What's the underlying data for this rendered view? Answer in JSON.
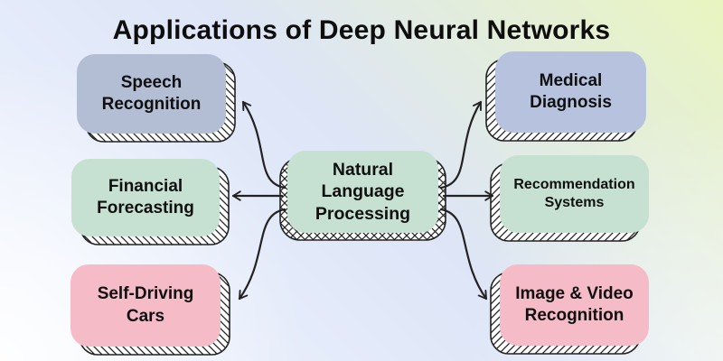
{
  "title": "Applications of Deep Neural Networks",
  "center_node": {
    "label_lines": [
      "Natural",
      "Language",
      "Processing"
    ],
    "color": "#c6e1d2"
  },
  "nodes": {
    "speech": {
      "label_lines": [
        "Speech",
        "Recognition"
      ],
      "color": "#b3bed5"
    },
    "financial": {
      "label_lines": [
        "Financial",
        "Forecasting"
      ],
      "color": "#c6e1d2"
    },
    "selfdriving": {
      "label_lines": [
        "Self-Driving",
        "Cars"
      ],
      "color": "#f5bcc8"
    },
    "medical": {
      "label_lines": [
        "Medical",
        "Diagnosis"
      ],
      "color": "#b7c3de"
    },
    "recommendation": {
      "label_lines": [
        "Recommendation",
        "Systems"
      ],
      "color": "#c6e1d2"
    },
    "imagevideo": {
      "label_lines": [
        "Image & Video",
        "Recognition"
      ],
      "color": "#f5bcc8"
    }
  },
  "colors": {
    "outline": "#222222",
    "text": "#101010",
    "bg_top_right": "#e9f5c0",
    "bg_blue": "#dde5f7"
  }
}
